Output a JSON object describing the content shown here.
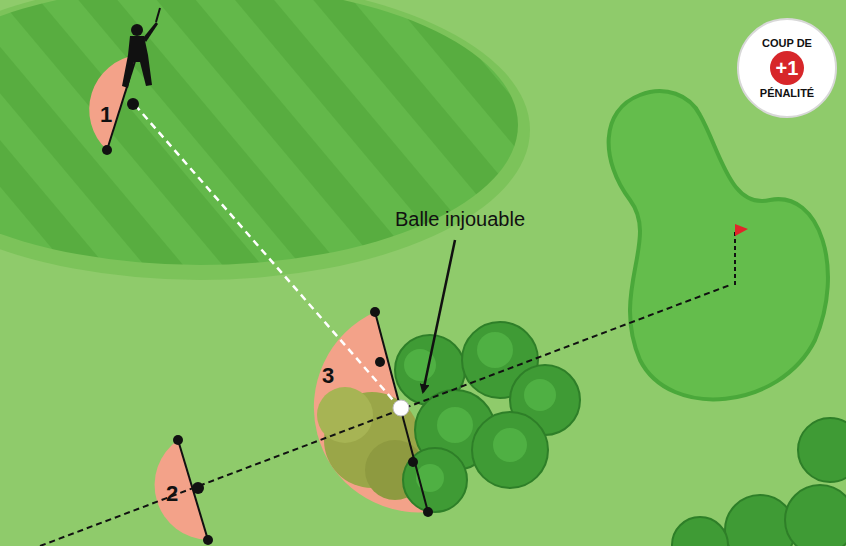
{
  "diagram": {
    "nodes": [
      {
        "text": [
          "1"
        ]
      },
      {
        "text": [
          "COUP DE",
          "+1",
          "PÉNALITÉ"
        ]
      },
      {
        "text": [
          "3"
        ]
      },
      {
        "text": [
          "2"
        ]
      }
    ],
    "labels": [
      "Balle injouable"
    ]
  }
}
